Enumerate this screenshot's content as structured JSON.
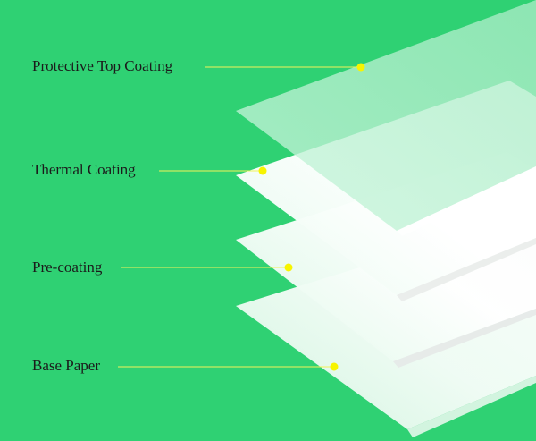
{
  "diagram": {
    "layers": [
      {
        "id": "top",
        "label": "Protective Top Coating"
      },
      {
        "id": "thermal",
        "label": "Thermal Coating"
      },
      {
        "id": "pre",
        "label": "Pre-coating"
      },
      {
        "id": "base",
        "label": "Base Paper"
      }
    ],
    "colors": {
      "background": "#2fd173",
      "leader_line": "#f2f25a",
      "marker_dot": "#f7f400",
      "top_coating": "#bdf2d2",
      "paper_white": "#ffffff"
    }
  }
}
